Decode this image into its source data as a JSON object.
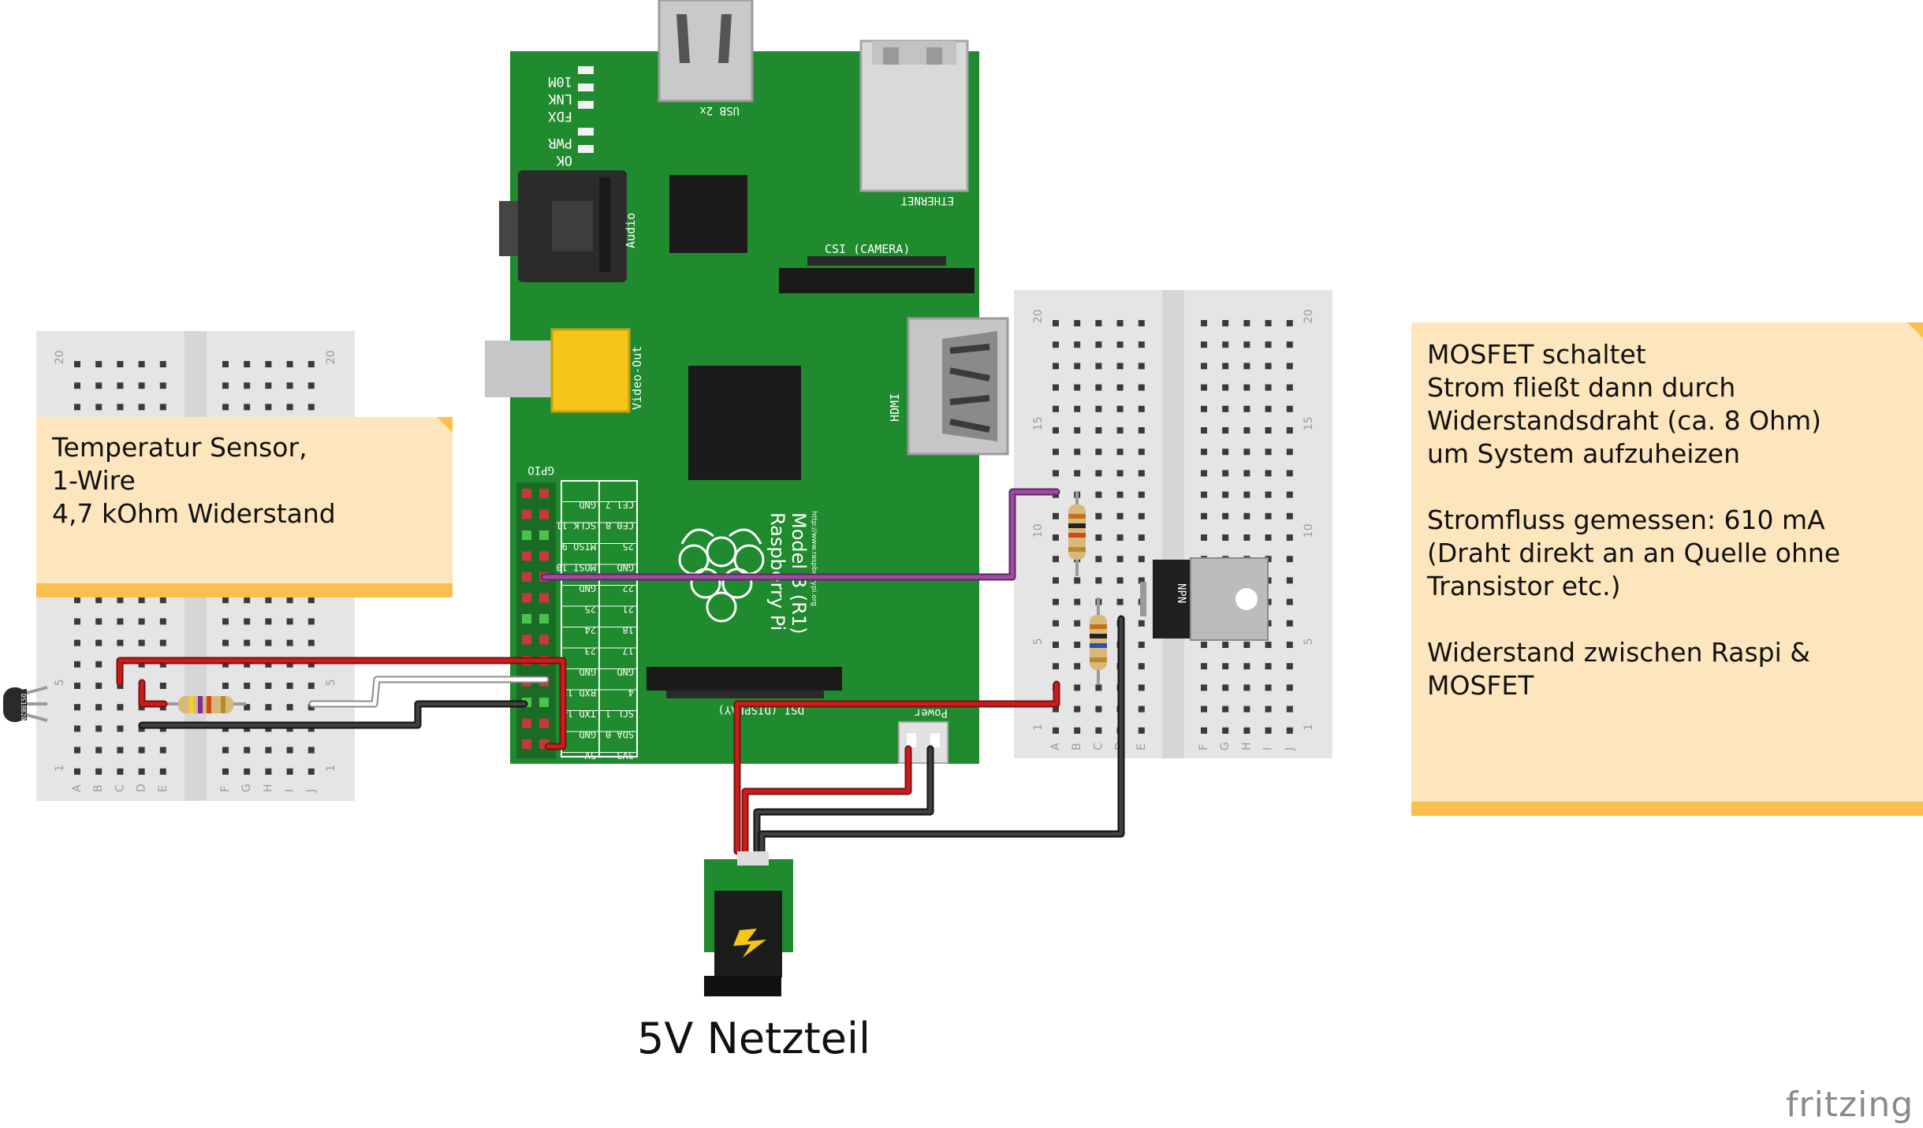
{
  "notes": {
    "left": {
      "lines": [
        "Temperatur Sensor,",
        "1-Wire",
        "4,7 kOhm Widerstand"
      ]
    },
    "right": {
      "lines": [
        "MOSFET schaltet",
        "Strom fließt dann durch",
        "Widerstandsdraht (ca. 8 Ohm)",
        "um System aufzuheizen",
        "",
        "Stromfluss gemessen: 610 mA",
        "(Draht direkt an an Quelle ohne",
        "Transistor etc.)",
        "",
        "Widerstand zwischen Raspi &",
        "MOSFET"
      ]
    }
  },
  "psu_caption": "5V Netzteil",
  "brand": "fritzing",
  "board": {
    "name_line1": "Raspberry Pi",
    "name_line2": "Model B (R1)",
    "url": "http://www.raspberrypi.org",
    "leds": [
      "10M",
      "LNK",
      "FDX",
      "PWR",
      "OK"
    ],
    "usb_label": "USB 2x",
    "ethernet_label": "ETHERNET",
    "audio_label": "Audio",
    "video_label": "Video-Out",
    "csi_label": "CSI (CAMERA)",
    "hdmi_label": "HDMI",
    "dsi_label": "DSI (DISPLAY)",
    "gpio_label": "GPIO",
    "power_label": "Power",
    "gpio_left": [
      "GND",
      "SCLK 11",
      "MISO 9",
      "MOSI 10",
      "GND",
      "25",
      "24",
      "23",
      "GND",
      "RXD 15",
      "TXD 14",
      "GND",
      "5V",
      "5V"
    ],
    "gpio_right": [
      "CE1 7",
      "CE0 8",
      "25",
      "GND",
      "22",
      "21",
      "18",
      "17",
      "GND",
      "4",
      "SCL 1",
      "SDA 0",
      "3V3"
    ]
  },
  "parts": {
    "sensor_label": "DS18B20",
    "mosfet_label": "NPN"
  },
  "breadboard": {
    "row_numbers": [
      "1",
      "5",
      "10",
      "15",
      "20"
    ],
    "col_letters_left": [
      "A",
      "B",
      "C",
      "D",
      "E"
    ],
    "col_letters_right": [
      "F",
      "G",
      "H",
      "I",
      "J"
    ]
  },
  "colors": {
    "pcb": "#1f8a2e",
    "wire_red": "#cc1d1d",
    "wire_black": "#303030",
    "wire_white": "#ffffff",
    "wire_purple": "#a04aa3",
    "note_bg": "#fde6bd",
    "note_band": "#fbbf4d",
    "breadboard": "#e5e5e5"
  }
}
